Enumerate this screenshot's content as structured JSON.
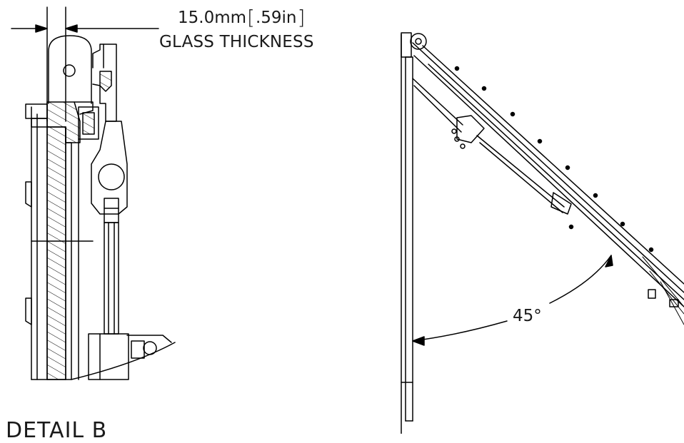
{
  "dimension": {
    "value_mm": "15.0mm",
    "value_in": ".59in",
    "caption": "GLASS THICKNESS"
  },
  "angle": {
    "label": "45°"
  },
  "detail": {
    "label": "DETAIL B"
  },
  "colors": {
    "line": "#000000",
    "background": "#ffffff"
  }
}
